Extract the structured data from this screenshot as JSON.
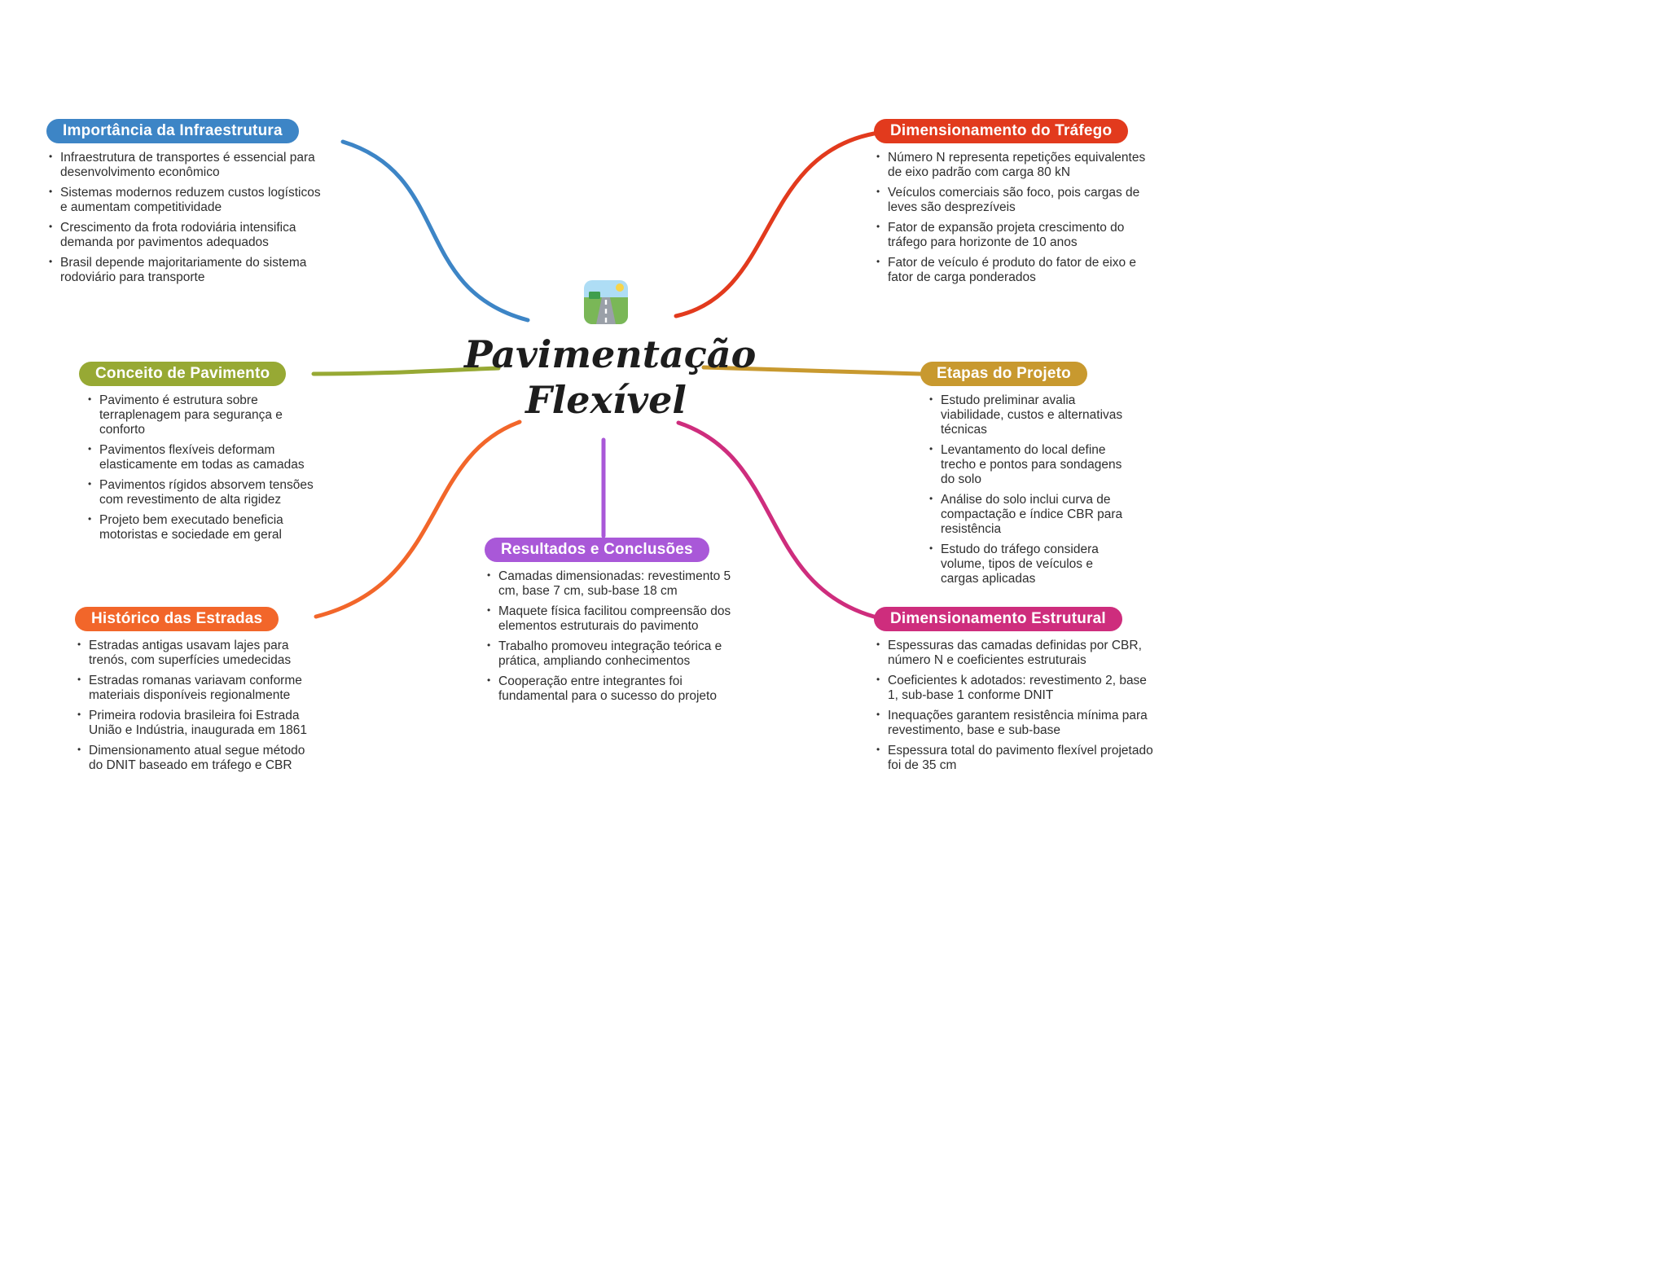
{
  "center": {
    "title_line1": "Pavimentação",
    "title_line2": "Flexível",
    "icon": "highway-icon"
  },
  "branches": [
    {
      "id": "importancia-da-infraestrutura",
      "title": "Importância da Infraestrutura",
      "color": "#3d85c6",
      "items": [
        "Infraestrutura de transportes é essencial para desenvolvimento econômico",
        "Sistemas modernos reduzem custos logísticos e aumentam competitividade",
        "Crescimento da frota rodoviária intensifica demanda por pavimentos adequados",
        "Brasil depende majoritariamente do sistema rodoviário para transporte"
      ]
    },
    {
      "id": "dimensionamento-do-trafego",
      "title": "Dimensionamento do Tráfego",
      "color": "#e23a1d",
      "items": [
        "Número N representa repetições equivalentes de eixo padrão com carga 80 kN",
        "Veículos comerciais são foco, pois cargas de leves são desprezíveis",
        "Fator de expansão projeta crescimento do tráfego para horizonte de 10 anos",
        "Fator de veículo é produto do fator de eixo e fator de carga ponderados"
      ]
    },
    {
      "id": "conceito-de-pavimento",
      "title": "Conceito de Pavimento",
      "color": "#97a934",
      "items": [
        "Pavimento é estrutura sobre terraplenagem para segurança e conforto",
        "Pavimentos flexíveis deformam elasticamente em todas as camadas",
        "Pavimentos rígidos absorvem tensões com revestimento de alta rigidez",
        "Projeto bem executado beneficia motoristas e sociedade em geral"
      ]
    },
    {
      "id": "etapas-do-projeto",
      "title": "Etapas do Projeto",
      "color": "#c8992f",
      "items": [
        "Estudo preliminar avalia viabilidade, custos e alternativas técnicas",
        "Levantamento do local define trecho e pontos para sondagens do solo",
        "Análise do solo inclui curva de compactação e índice CBR para resistência",
        "Estudo do tráfego considera volume, tipos de veículos e cargas aplicadas"
      ]
    },
    {
      "id": "historico-das-estradas",
      "title": "Histórico das Estradas",
      "color": "#f2662a",
      "items": [
        "Estradas antigas usavam lajes para trenós, com superfícies umedecidas",
        "Estradas romanas variavam conforme materiais disponíveis regionalmente",
        "Primeira rodovia brasileira foi Estrada União e Indústria, inaugurada em 1861",
        "Dimensionamento atual segue método do DNIT baseado em tráfego e CBR"
      ]
    },
    {
      "id": "resultados-e-conclusoes",
      "title": "Resultados e Conclusões",
      "color": "#a958d8",
      "items": [
        "Camadas dimensionadas: revestimento 5 cm, base 7 cm, sub-base 18 cm",
        "Maquete física facilitou compreensão dos elementos estruturais do pavimento",
        "Trabalho promoveu integração teórica e prática, ampliando conhecimentos",
        "Cooperação entre integrantes foi fundamental para o sucesso do projeto"
      ]
    },
    {
      "id": "dimensionamento-estrutural",
      "title": "Dimensionamento Estrutural",
      "color": "#ce2d7d",
      "items": [
        "Espessuras das camadas definidas por CBR, número N e coeficientes estruturais",
        "Coeficientes k adotados: revestimento 2, base 1, sub-base 1 conforme DNIT",
        "Inequações garantem resistência mínima para revestimento, base e sub-base",
        "Espessura total do pavimento flexível projetado foi de 35 cm"
      ]
    }
  ]
}
